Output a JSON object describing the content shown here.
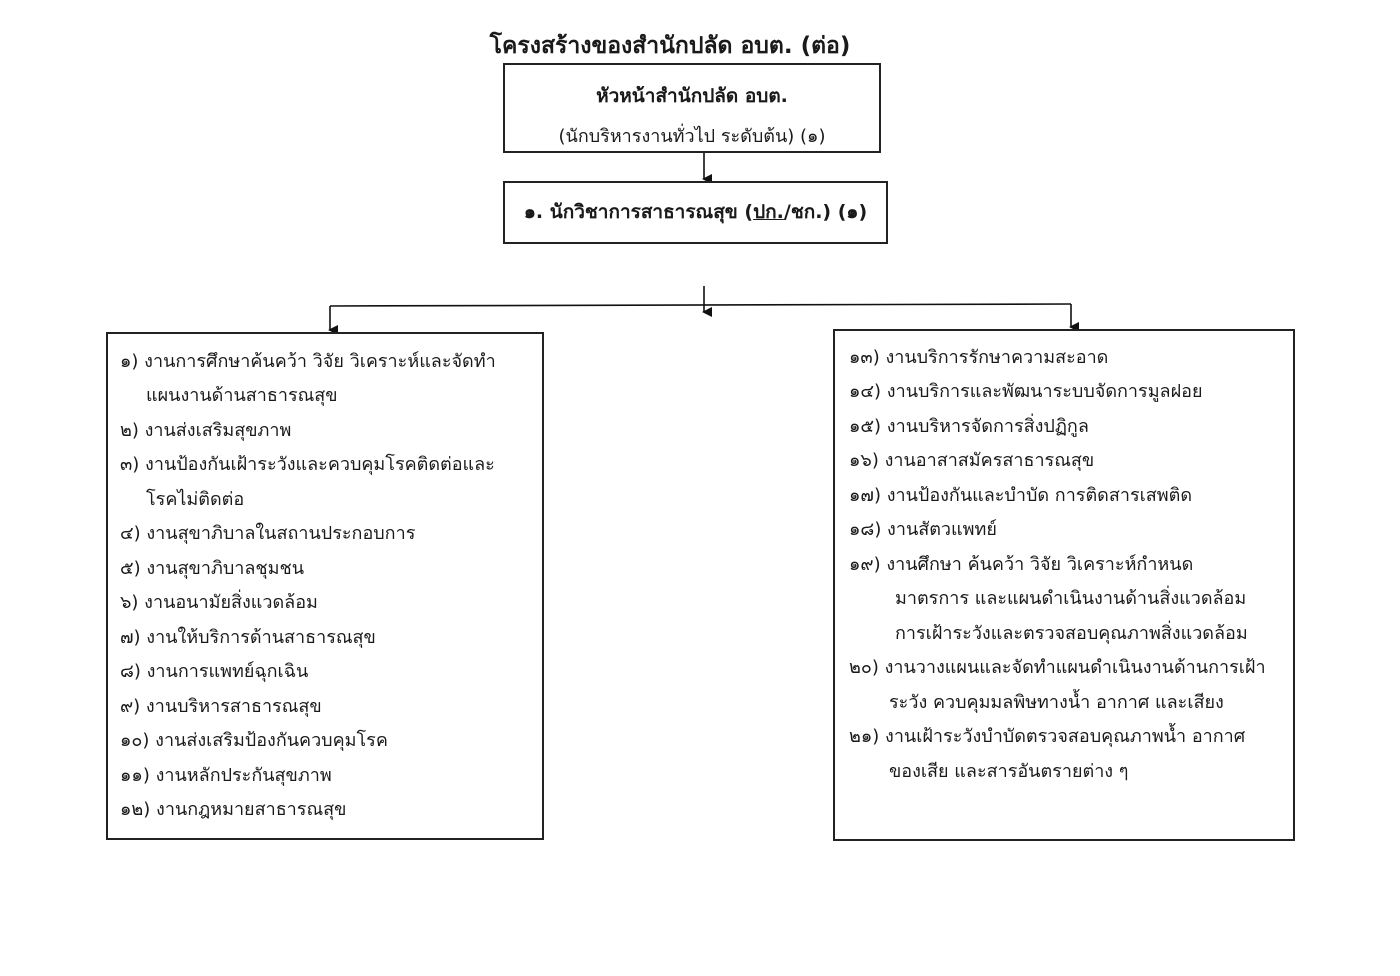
{
  "title": "โครงสร้างของสำนักปลัด อบต. (ต่อ)",
  "head": {
    "name": "หัวหน้าสำนักปลัด อบต.",
    "position": "(นักบริหารงานทั่วไป ระดับต้น) (๑)"
  },
  "officer": {
    "prefix": "๑. นักวิชาการสาธารณสุข (",
    "level_underlined": "ปก.",
    "suffix": "/ชก.) (๑)"
  },
  "left_tasks": [
    "๑) งานการศึกษาค้นคว้า วิจัย วิเคราะห์และจัดทำ",
    "แผนงานด้านสาธารณสุข",
    "๒) งานส่งเสริมสุขภาพ",
    "๓) งานป้องกันเฝ้าระวังและควบคุมโรคติดต่อและ",
    "โรคไม่ติดต่อ",
    "๔) งานสุขาภิบาลในสถานประกอบการ",
    "๕) งานสุขาภิบาลชุมชน",
    "๖) งานอนามัยสิ่งแวดล้อม",
    "๗) งานให้บริการด้านสาธารณสุข",
    "๘) งานการแพทย์ฉุกเฉิน",
    "๙) งานบริหารสาธารณสุข",
    "๑๐) งานส่งเสริมป้องกันควบคุมโรค",
    "๑๑) งานหลักประกันสุขภาพ",
    "๑๒) งานกฎหมายสาธารณสุข"
  ],
  "right_tasks": [
    "๑๓) งานบริการรักษาความสะอาด",
    "๑๔) งานบริการและพัฒนาระบบจัดการมูลฝอย",
    "๑๕) งานบริหารจัดการสิ่งปฏิกูล",
    "๑๖) งานอาสาสมัครสาธารณสุข",
    "๑๗) งานป้องกันและบำบัด การติดสารเสพติด",
    "๑๘) งานสัตวแพทย์",
    "๑๙) งานศึกษา ค้นคว้า วิจัย วิเคราะห์กำหนด",
    "มาตรการ      และแผนดำเนินงานด้านสิ่งแวดล้อม",
    "การเฝ้าระวังและตรวจสอบคุณภาพสิ่งแวดล้อม",
    "๒๐) งานวางแผนและจัดทำแผนดำเนินงานด้านการเฝ้า",
    "ระวัง ควบคุมมลพิษทางน้ำ อากาศ และเสียง",
    "๒๑) งานเฝ้าระวังบำบัดตรวจสอบคุณภาพน้ำ อากาศ",
    "ของเสีย และสารอันตรายต่าง ๆ"
  ]
}
